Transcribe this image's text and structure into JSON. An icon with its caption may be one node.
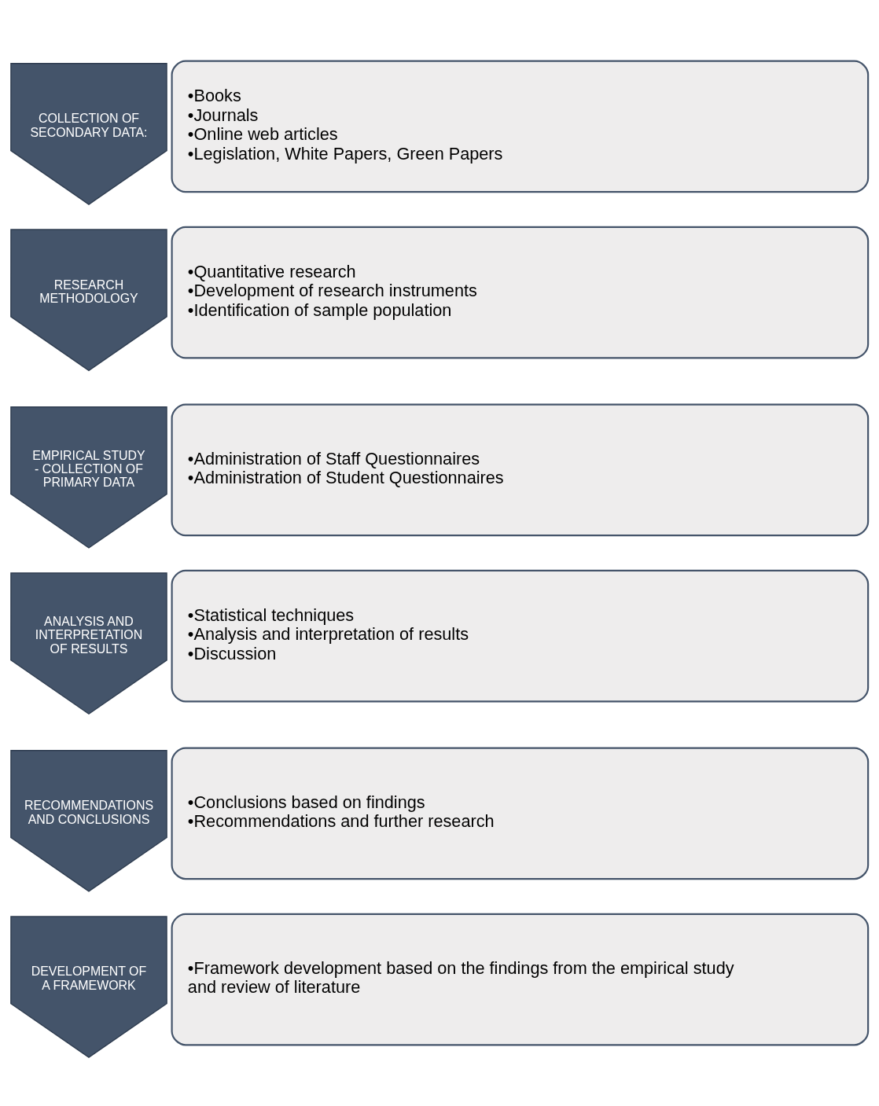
{
  "diagram": {
    "nodes": [
      {
        "text": [
          "COLLECTION OF SECONDARY DATA:"
        ]
      },
      {
        "text": [
          "•Books",
          "•Journals",
          "•Online web articles",
          "•Legislation, White Papers, Green Papers"
        ]
      },
      {
        "text": [
          "RESEARCH METHODOLOGY"
        ]
      },
      {
        "text": [
          "•Quantitative research",
          "•Development of research instruments",
          "•Identification of sample population"
        ]
      },
      {
        "text": [
          "EMPIRICAL STUDY - COLLECTION OF PRIMARY DATA"
        ]
      },
      {
        "text": [
          "•Administration of Staff Questionnaires",
          "•Administration of Student Questionnaires"
        ]
      },
      {
        "text": [
          "ANALYSIS AND INTERPRETATION OF RESULTS"
        ]
      },
      {
        "text": [
          "•Statistical techniques",
          "•Analysis and interpretation of results",
          "•Discussion"
        ]
      },
      {
        "text": [
          "RECOMMENDATIONS AND CONCLUSIONS"
        ]
      },
      {
        "text": [
          "•Conclusions based on findings",
          "•Recommendations and further research"
        ]
      },
      {
        "text": [
          "DEVELOPMENT OF A FRAMEWORK"
        ]
      },
      {
        "text": [
          "•Framework development based on the findings from the empirical study and review of literature"
        ]
      }
    ]
  }
}
